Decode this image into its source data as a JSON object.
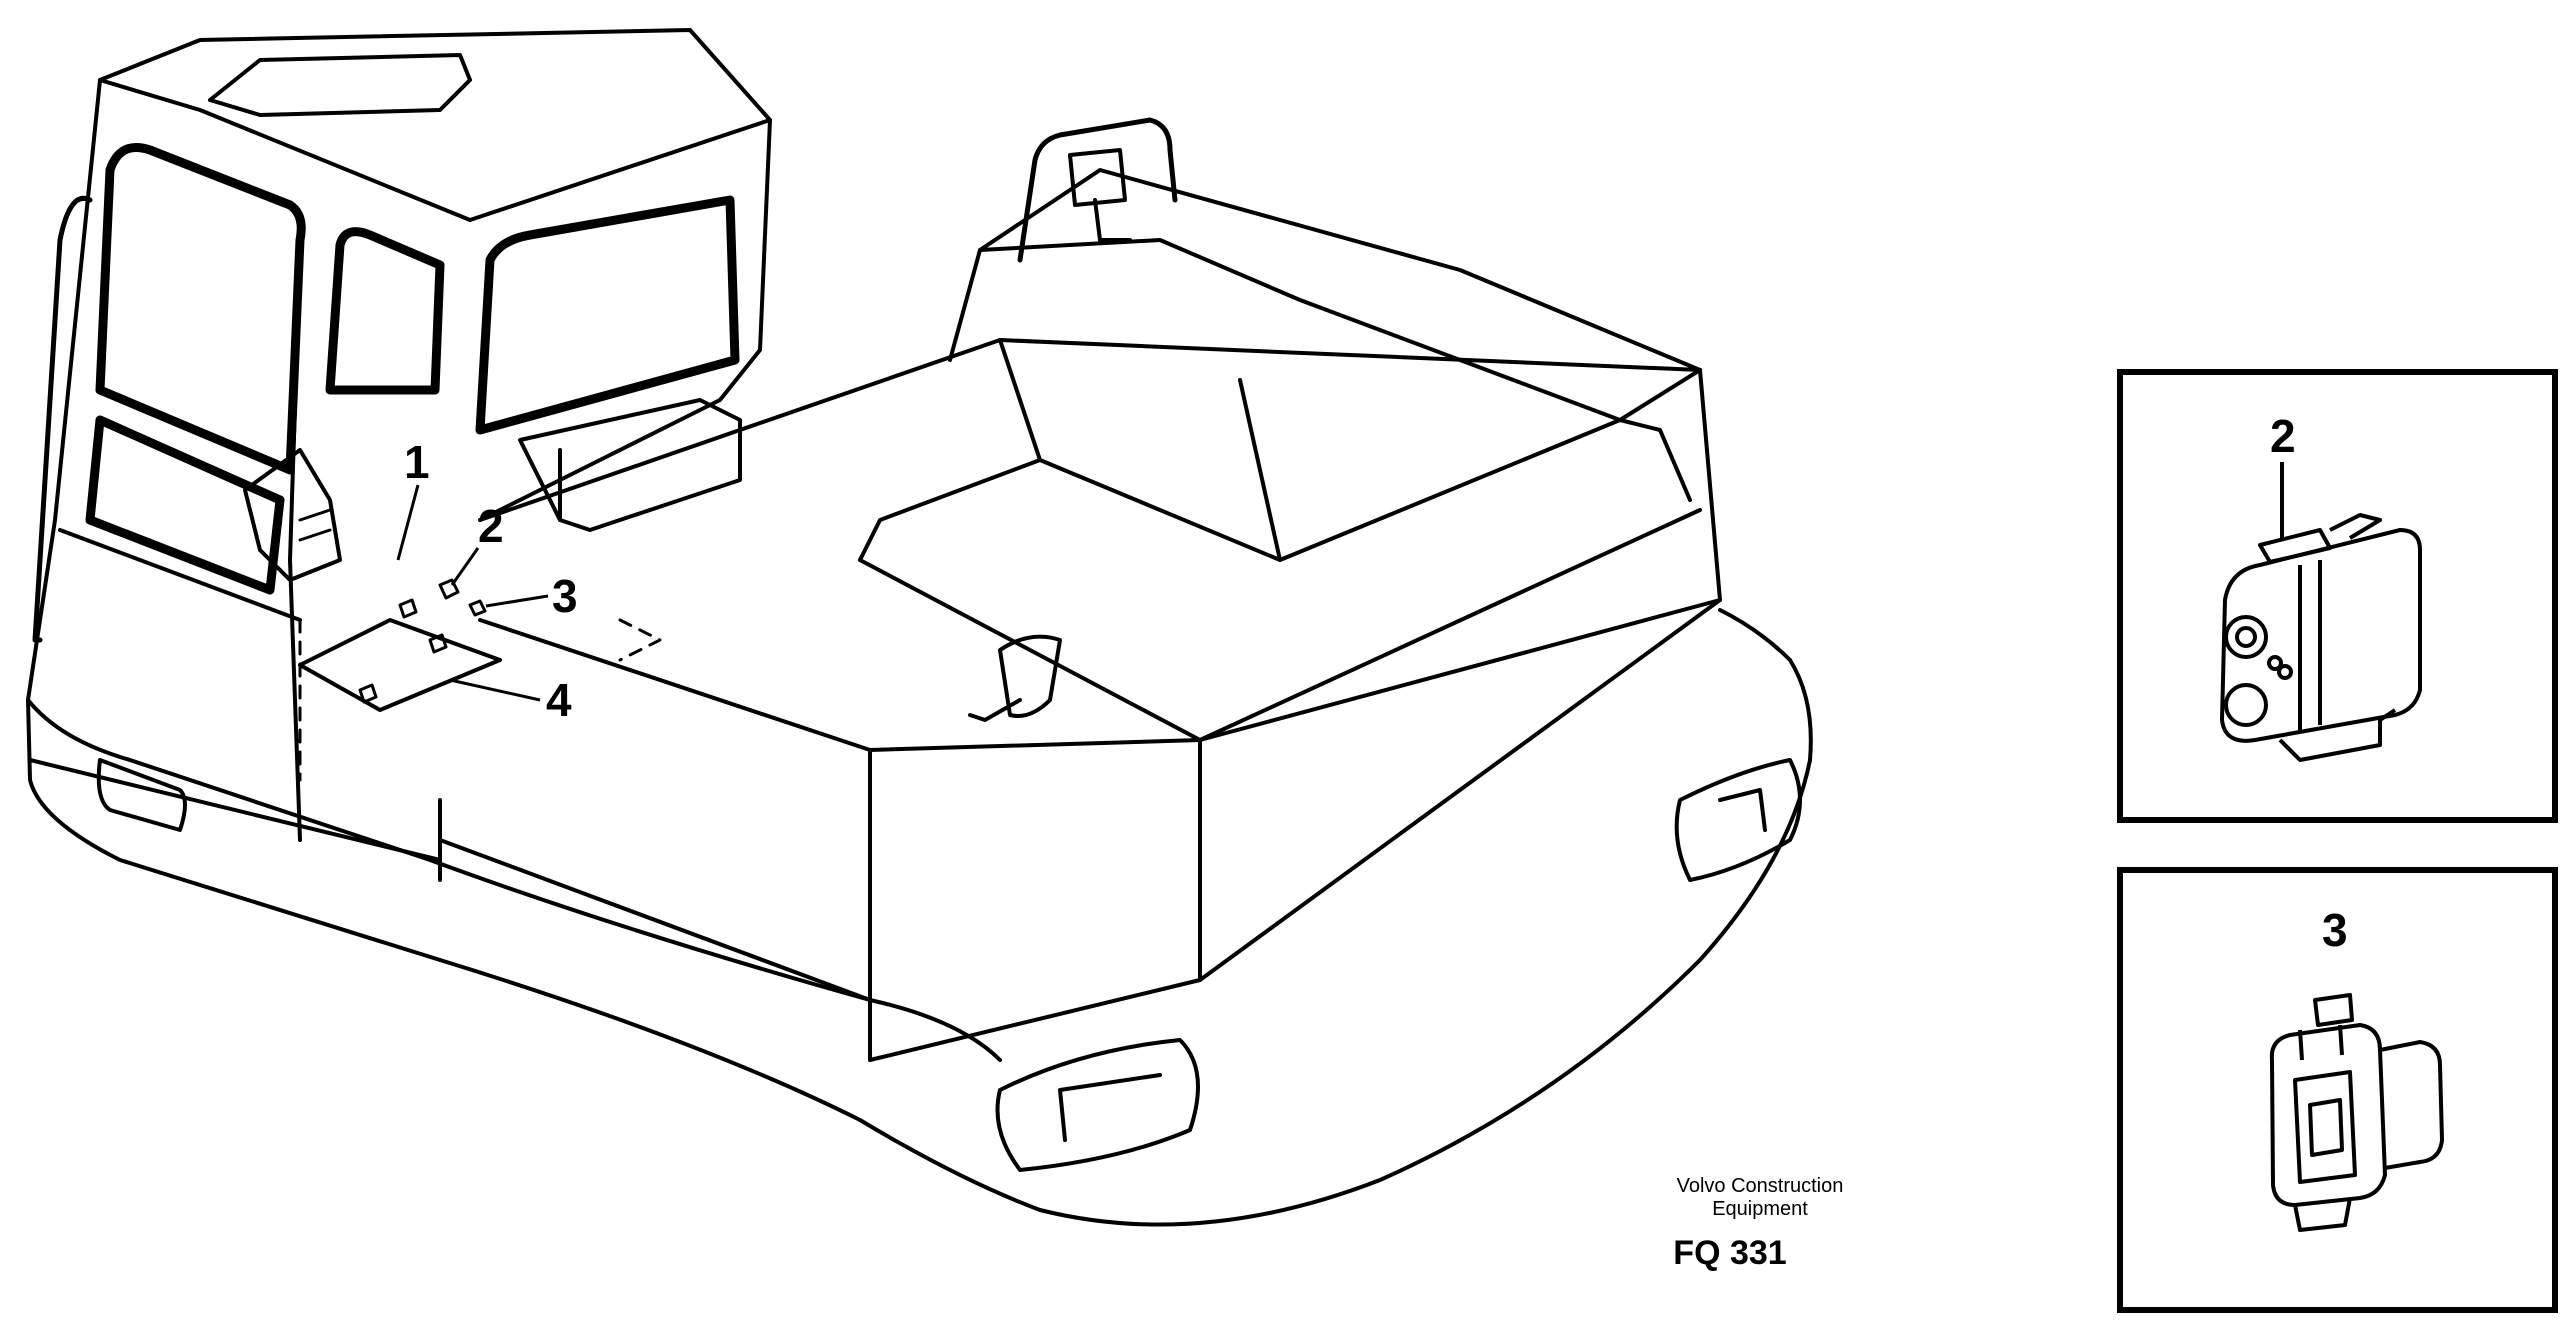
{
  "callouts": {
    "c1": "1",
    "c2": "2",
    "c3": "3",
    "c4": "4"
  },
  "detail_panels": {
    "top_label": "2",
    "bottom_label": "3"
  },
  "credit": {
    "line1": "Volvo Construction",
    "line2": "Equipment"
  },
  "figure_code": "FQ 331",
  "colors": {
    "ink": "#000000",
    "paper": "#ffffff"
  }
}
